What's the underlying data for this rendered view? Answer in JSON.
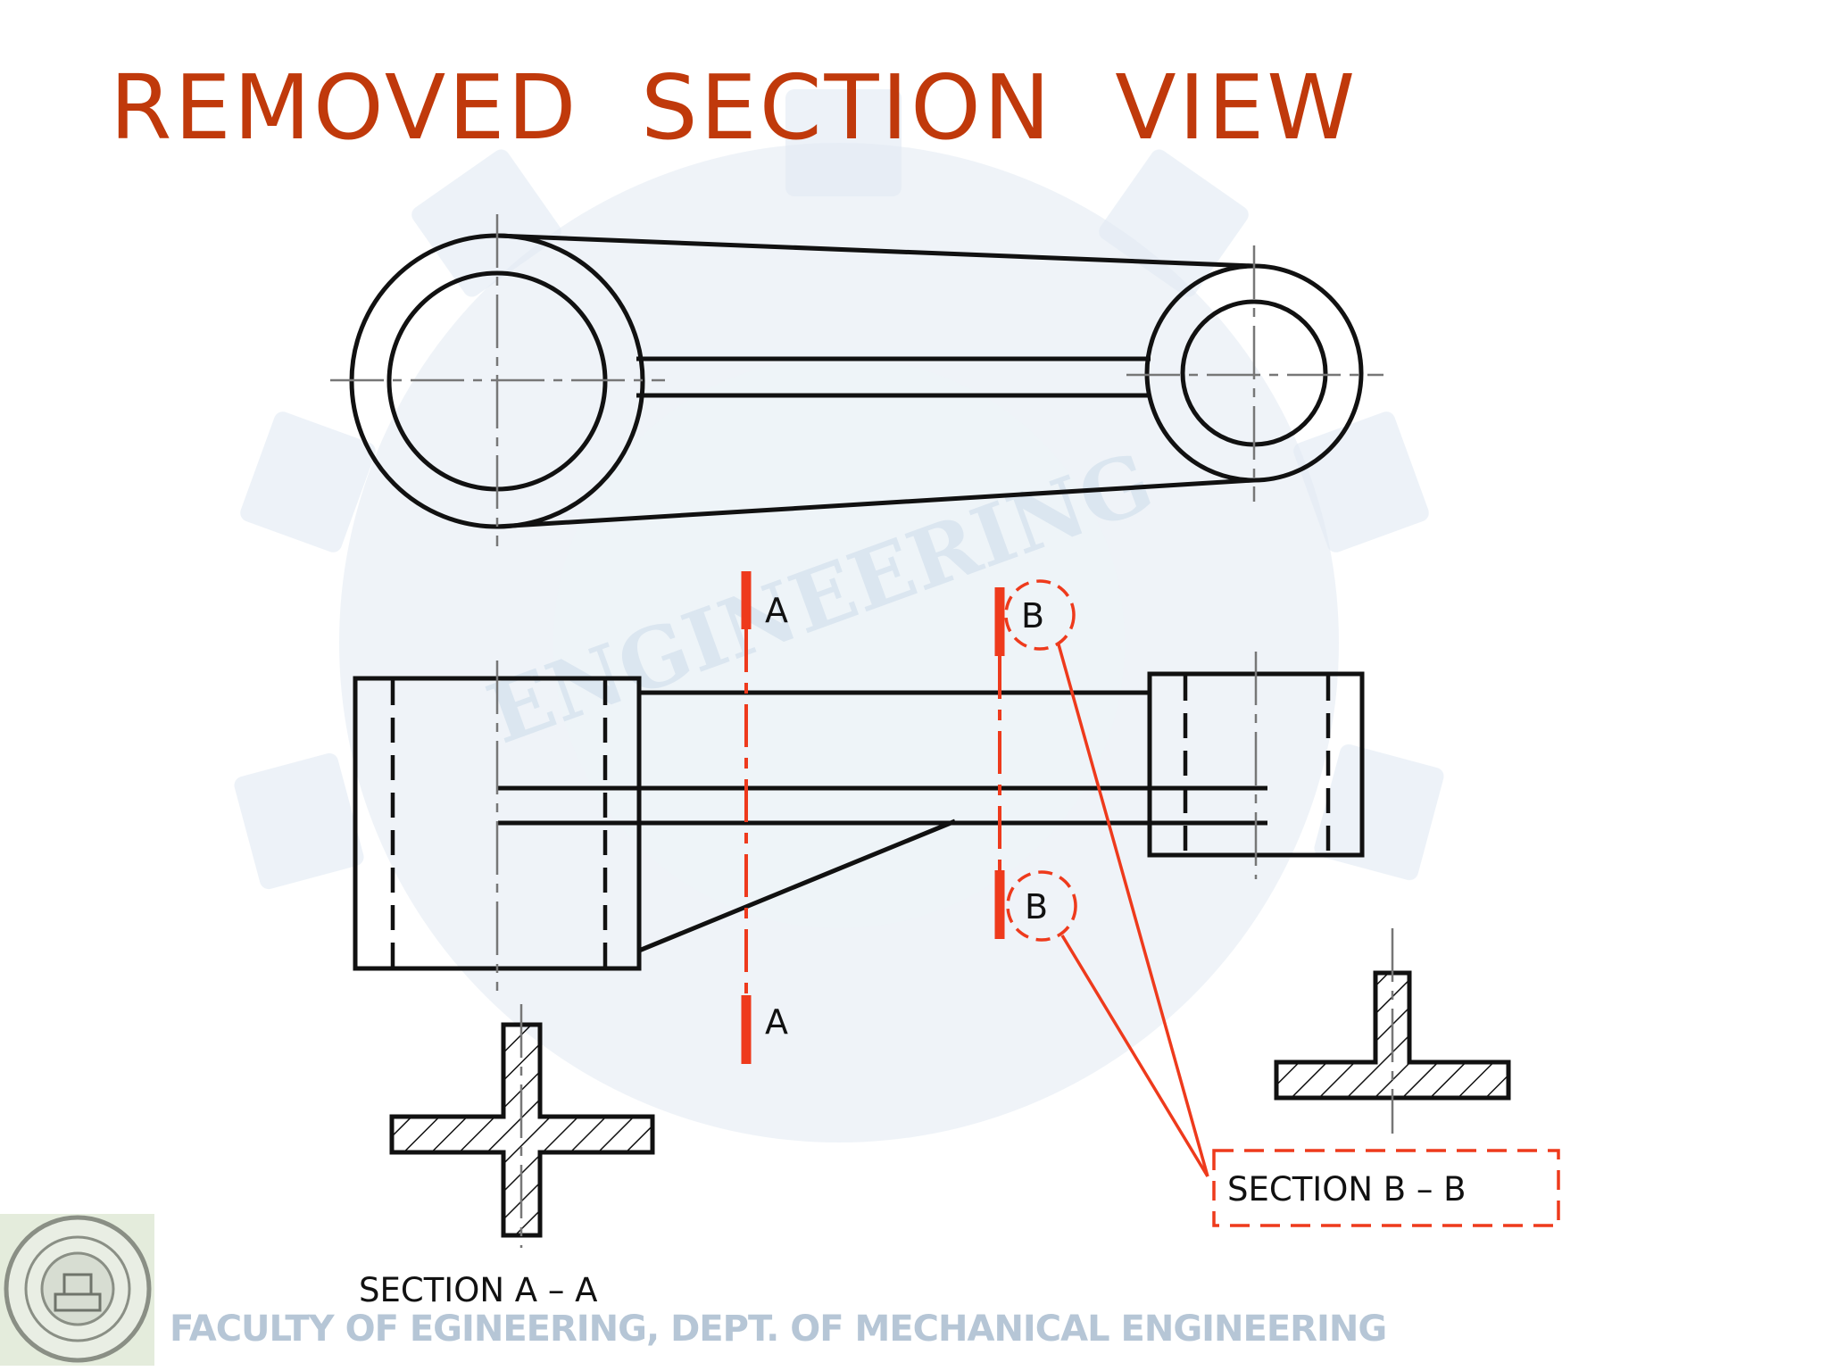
{
  "title": "REMOVED  SECTION  VIEW",
  "footer": "FACULTY  OF EGINEERING, DEPT. OF MECHANICAL ENGINEERING",
  "watermark_text": "ENGINEERING",
  "labels": {
    "cut_a_top": "A",
    "cut_a_bottom": "A",
    "cut_b_top": "B",
    "cut_b_bottom": "B",
    "section_a": "SECTION   A – A",
    "section_b": "SECTION   B – B"
  },
  "colors": {
    "title": "#c0390b",
    "cutting_plane": "#ee3a1c",
    "outline": "#111111",
    "centerline": "#777777",
    "watermark": "#dde7f1",
    "footer": "#b6c6d6"
  },
  "icons": {
    "logo": "university-seal-icon"
  }
}
